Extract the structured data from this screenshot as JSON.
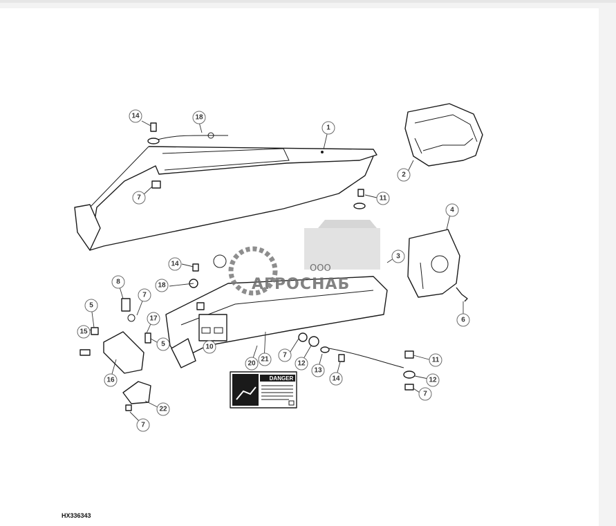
{
  "figure_code": "HX336343",
  "callouts": [
    "14",
    "18",
    "1",
    "2",
    "7",
    "11",
    "4",
    "3",
    "14",
    "18",
    "8",
    "7",
    "17",
    "5",
    "15",
    "5",
    "16",
    "10",
    "20",
    "21",
    "7",
    "12",
    "13",
    "14",
    "11",
    "12",
    "7",
    "6",
    "22",
    "7"
  ],
  "danger_label": {
    "heading": "DANGER"
  },
  "watermark": {
    "company_prefix": "ООО",
    "company_name": "АГРОСНАБ"
  },
  "colors": {
    "line": "#1a1a1a",
    "callout_stroke": "#6a6a6a",
    "watermark": "#6d6d6d"
  }
}
